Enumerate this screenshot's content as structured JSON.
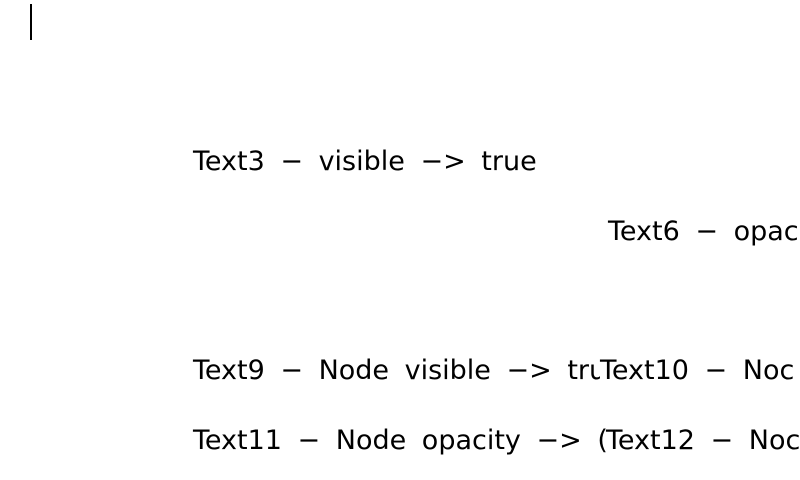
{
  "screen": {
    "background": "#ffffff",
    "text_color": "#000000"
  },
  "labels": {
    "text3": "Text3 − visible −> true",
    "text6": "Text6 − opac",
    "text9": "Text9 − Node visible −> tru",
    "text10": "Text10 − Noc",
    "text11": "Text11 − Node opacity −> (",
    "text12": "Text12 − Noc"
  },
  "shapes": {
    "caret_color": "#000000"
  }
}
